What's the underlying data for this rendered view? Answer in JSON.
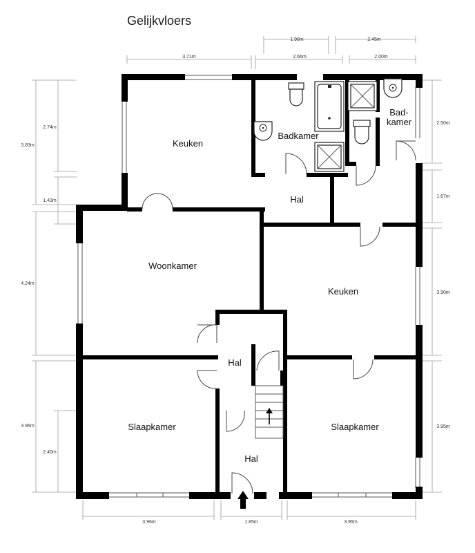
{
  "title": "Gelijkvloers",
  "rooms": {
    "keuken_top": "Keuken",
    "badkamer_mid": "Badkamer",
    "badkamer_right_1": "Bad-",
    "badkamer_right_2": "kamer",
    "hal_top": "Hal",
    "woonkamer": "Woonkamer",
    "keuken_right": "Keuken",
    "hal_middle": "Hal",
    "slaapkamer_left": "Slaapkamer",
    "slaapkamer_right": "Slaapkamer",
    "hal_bottom": "Hal"
  },
  "dimensions": {
    "top_3_71": "3.71m",
    "top_2_66": "2.66m",
    "top_2_00": "2.00m",
    "top_1_98": "1.98m",
    "top_2_45": "2.45m",
    "left_3_83": "3.83m",
    "left_2_74": "2.74m",
    "left_1_43": "1.43m",
    "left_4_24": "4.24m",
    "left_3_96": "3.96m",
    "left_2_40": "2.40m",
    "right_2_50": "2.50m",
    "right_1_67": "1.67m",
    "right_3_90": "3.90m",
    "right_3_95": "3.95m",
    "bottom_3_96": "3.96m",
    "bottom_1_85": "1.85m",
    "bottom_3_95": "3.95m"
  }
}
